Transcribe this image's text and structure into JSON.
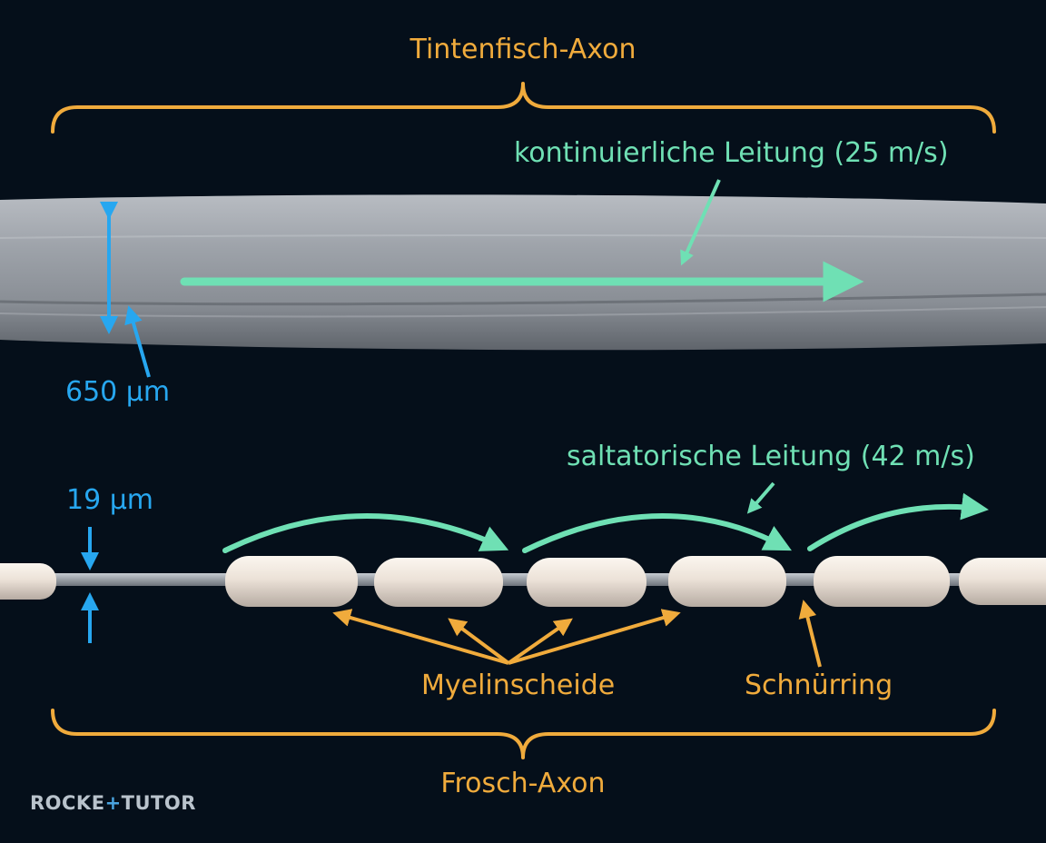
{
  "labels": {
    "squid_axon": "Tintenfisch-Axon",
    "frog_axon": "Frosch-Axon",
    "continuous": "kontinuierliche Leitung (25 m/s)",
    "saltatory": "saltatorische Leitung (42 m/s)",
    "squid_diameter": "650 µm",
    "frog_diameter": "19 µm",
    "myelin": "Myelinscheide",
    "node": "Schnürring"
  },
  "logo": {
    "part1": "ROCKE",
    "plus": "+",
    "part2": "TUTOR"
  },
  "colors": {
    "background": "#050f1a",
    "orange": "#f0ab3c",
    "teal": "#6fe0b4",
    "blue": "#27a7f0"
  }
}
